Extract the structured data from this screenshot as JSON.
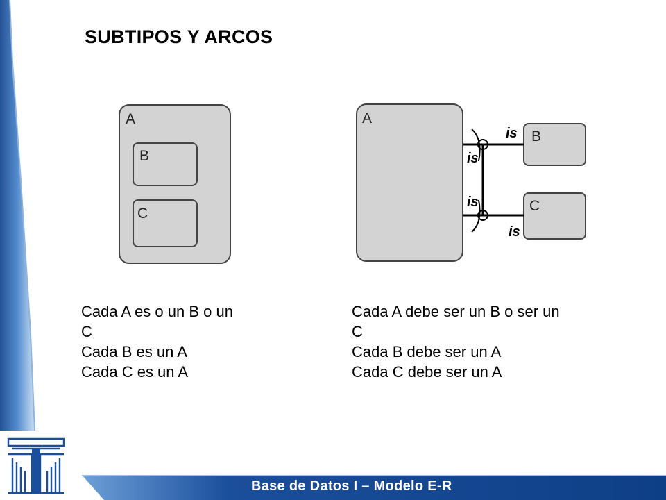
{
  "slide": {
    "title": "SUBTIPOS  Y ARCOS",
    "footer": "Base de Datos I – Modelo E-R",
    "colors": {
      "brand_blue": "#1a4f9c",
      "entity_fill": "#d3d3d3",
      "text": "#000000",
      "footer_text": "#ffffff"
    }
  },
  "diagram_left": {
    "entity_outer": "A",
    "subtype_1": "B",
    "subtype_2": "C"
  },
  "diagram_right": {
    "entity_super": "A",
    "entity_b": "B",
    "entity_c": "C",
    "rel_label": "is"
  },
  "descriptions": {
    "left": [
      "Cada A es o un B o un",
      "C",
      "Cada B es un A",
      "Cada C es un A"
    ],
    "right": [
      "Cada A debe ser un B o ser un",
      "C",
      "Cada B debe ser un A",
      "Cada C debe ser un A"
    ]
  }
}
